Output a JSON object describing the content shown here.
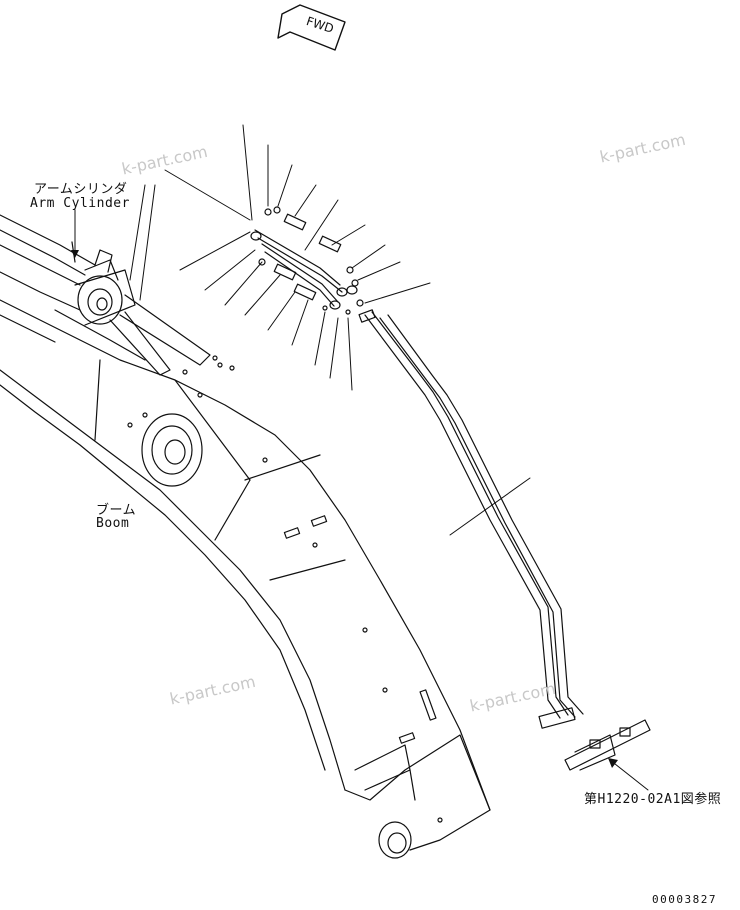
{
  "labels": {
    "arm_cylinder_jp": "アームシリンダ",
    "arm_cylinder_en": "Arm Cylinder",
    "boom_jp": "ブーム",
    "boom_en": "Boom",
    "reference": "第H1220-02A1図参照",
    "drawing_number": "00003827",
    "fwd": "FWD"
  },
  "watermarks": [
    "k-part.com",
    "k-part.com",
    "k-part.com",
    "k-part.com"
  ]
}
